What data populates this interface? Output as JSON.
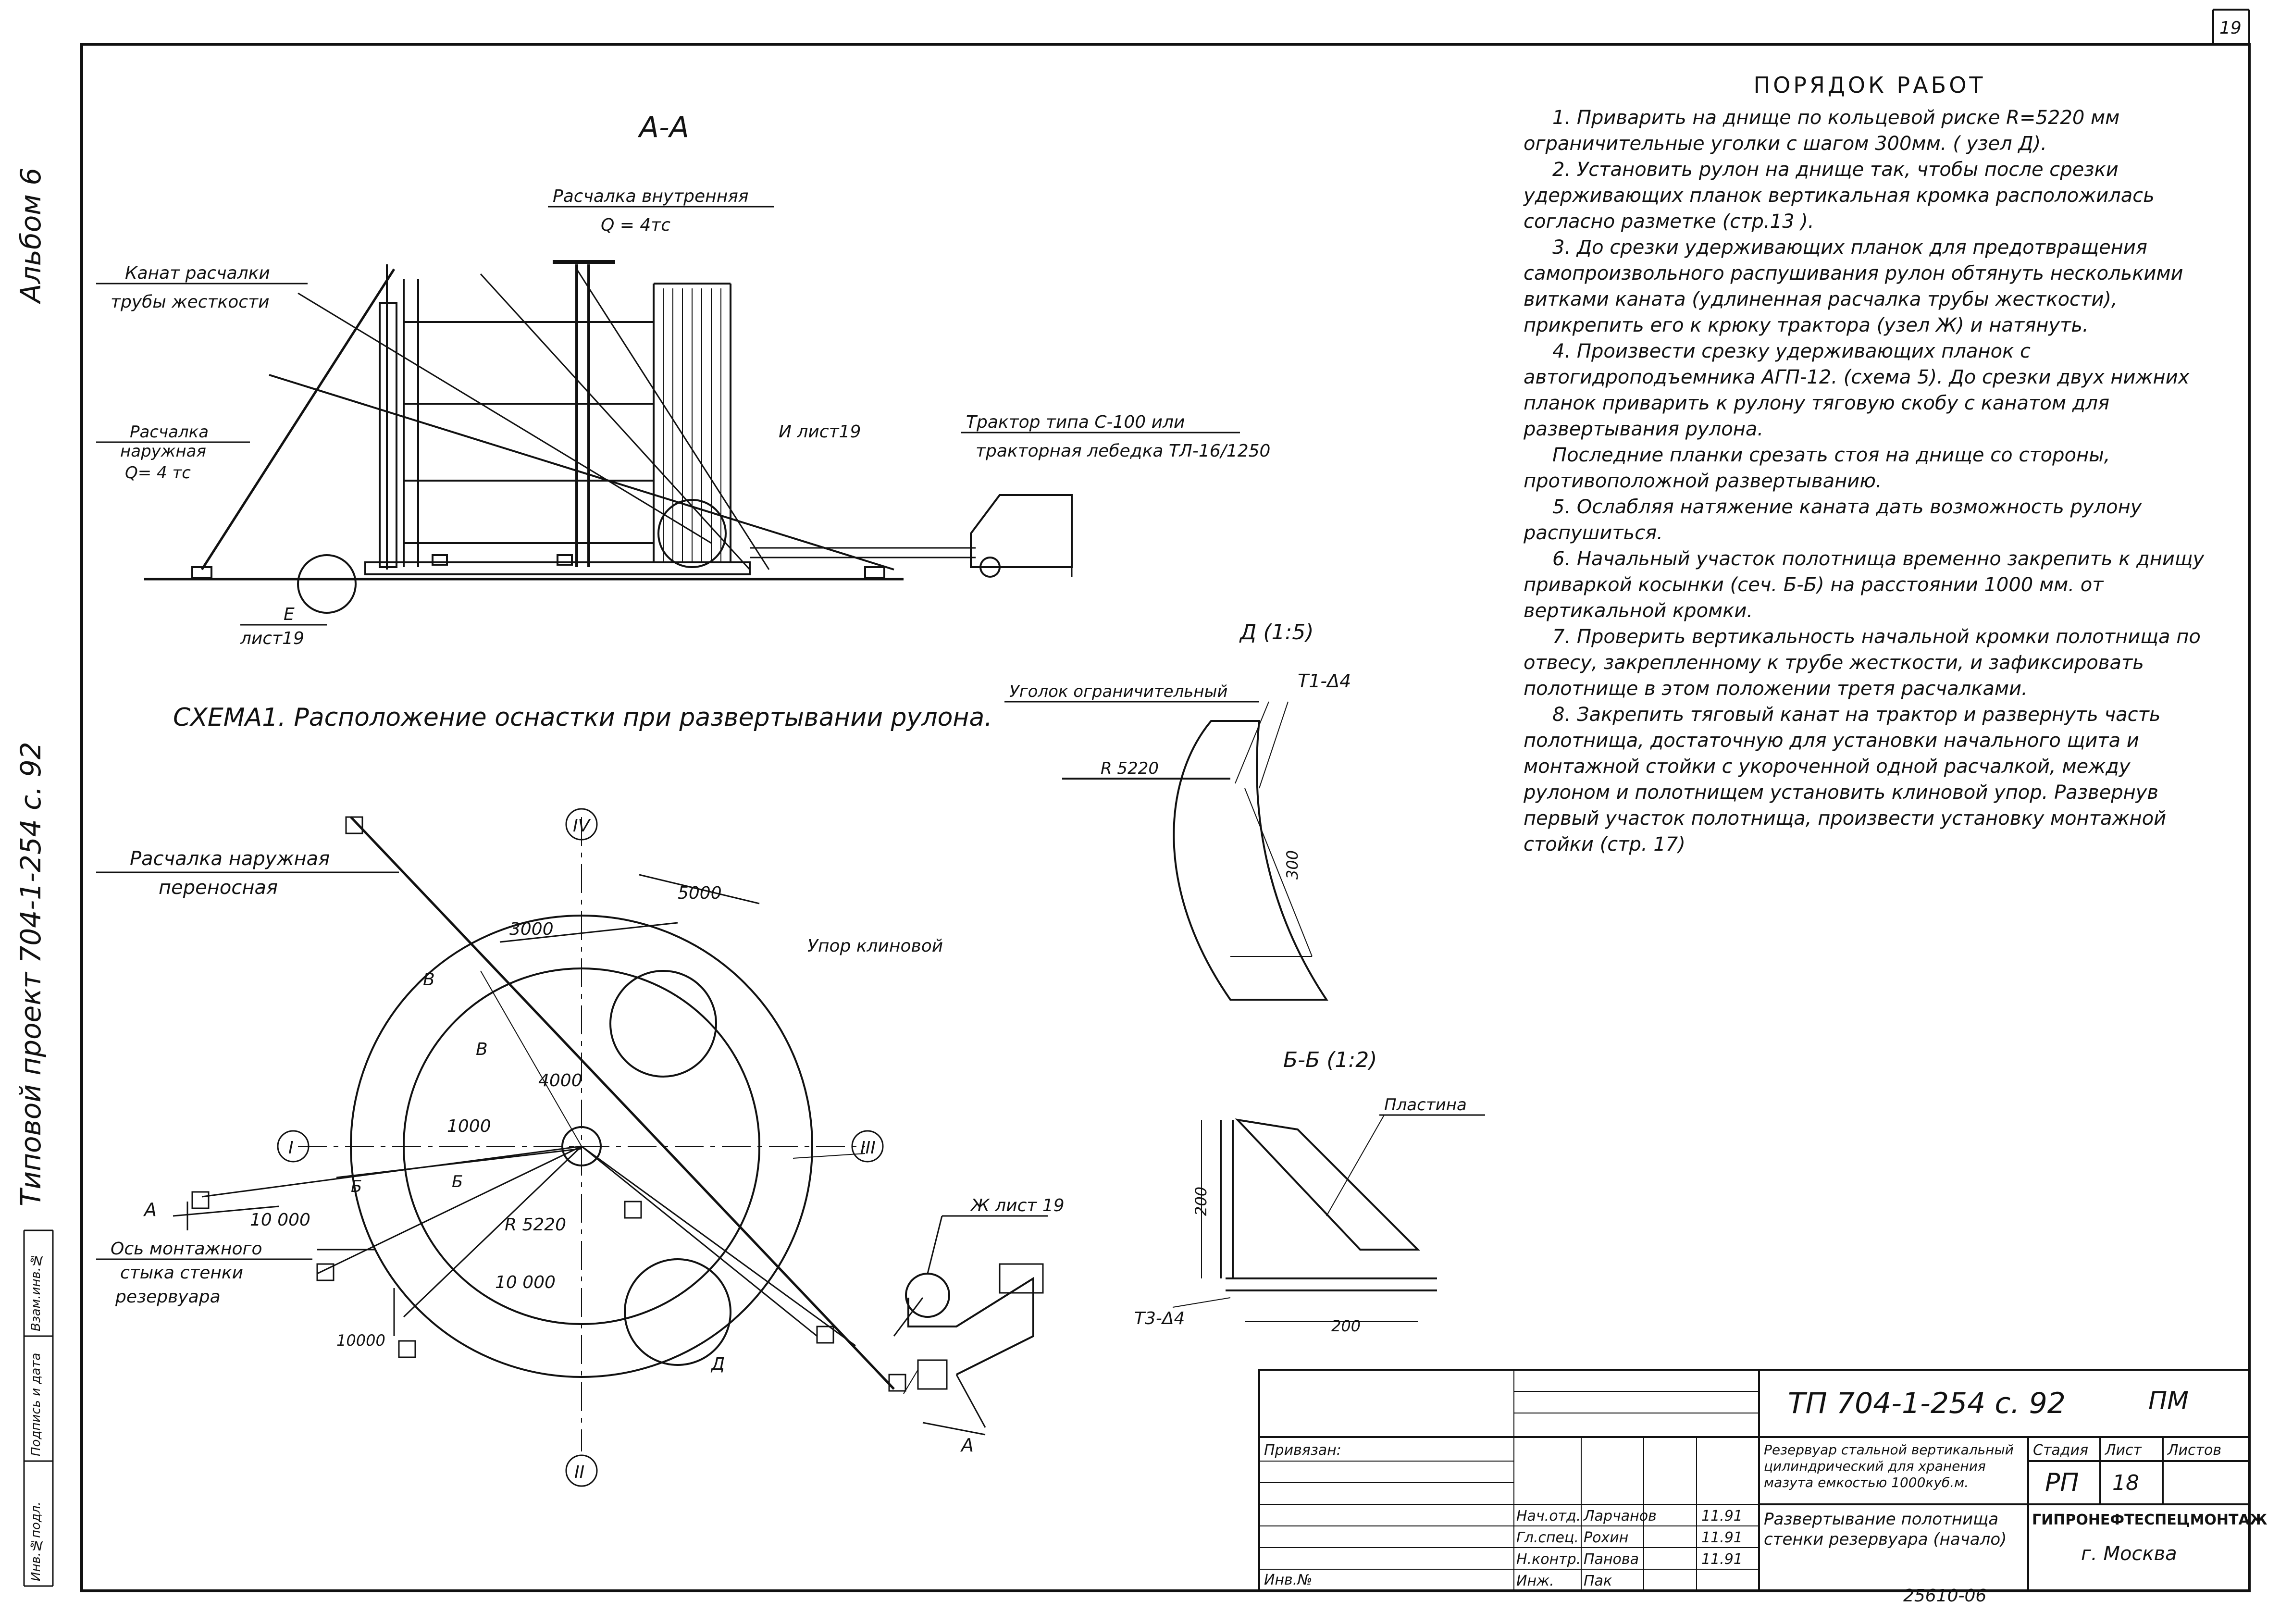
{
  "sheet_corner": {
    "top_number": "19"
  },
  "margin_labels": {
    "album": "Альбом 6",
    "project": "Типовой проект 704-1-254 с. 92",
    "inv_columns": [
      "Инв.№подл.",
      "Подпись и дата",
      "Взам.инв.№"
    ]
  },
  "section_aa": {
    "title": "А-А",
    "inner_guy": "Расчалка внутренняя",
    "inner_load": "Q = 4тс",
    "rope_label_1": "Канат расчалки",
    "rope_label_2": "трубы жесткости",
    "outer_guy_1": "Расчалка",
    "outer_guy_2": "наружная",
    "outer_load": "Q= 4 тс",
    "node_i": "И лист19",
    "tractor_1": "Трактор типа С-100 или",
    "tractor_2": "тракторная лебедка ТЛ-16/1250",
    "node_e_1": "Е",
    "node_e_2": "лист19"
  },
  "scheme_caption": "СХЕМА1. Расположение оснастки при развертывании рулона.",
  "plan": {
    "roman": [
      "I",
      "II",
      "III",
      "IV"
    ],
    "guy_portable_1": "Расчалка наружная",
    "guy_portable_2": "переносная",
    "stop_label": "Упор клиновой",
    "axis_1": "Ось монтажного",
    "axis_2": "стыка стенки",
    "axis_3": "резервуара",
    "dims": {
      "d3000": "3000",
      "d5000": "5000",
      "d4000": "4000",
      "d1000": "1000",
      "d10000a": "10 000",
      "d10000b": "10 000",
      "r5220": "R 5220",
      "d10000v": "10000"
    },
    "letters": {
      "A": "А",
      "B1": "В",
      "B2": "В",
      "b1": "Б",
      "b2": "Б",
      "D": "Д",
      "Zh": "Ж лист 19"
    }
  },
  "detail_d": {
    "title": "Д (1:5)",
    "angle": "Уголок ограничительный",
    "weld": "Т1-Δ4",
    "radius": "R 5220",
    "dim": "300"
  },
  "section_bb": {
    "title": "Б-Б (1:2)",
    "plate": "Пластина",
    "dim_v": "200",
    "dim_h": "200",
    "weld": "Т3-Δ4"
  },
  "notes": {
    "title": "ПОРЯДОК РАБОТ",
    "steps": [
      "1. Приварить на днище по кольцевой риске R=5220 мм ограничительные уголки с шагом 300мм. ( узел Д).",
      "2. Установить рулон на днище так, чтобы после срезки удерживающих планок вертикальная кромка расположилась согласно разметке (стр.13 ).",
      "3. До срезки удерживающих планок для предотвращения самопроизвольного распушивания рулон обтянуть несколькими витками каната (удлиненная расчалка трубы жесткости), прикрепить его к крюку трактора (узел Ж) и натянуть.",
      "4. Произвести срезку удерживающих планок с автогидроподъемника АГП-12. (схема 5). До срезки двух нижних планок приварить к рулону тяговую скобу с канатом для развертывания рулона.",
      "Последние планки срезать стоя на днище со стороны, противоположной развертыванию.",
      "5. Ослабляя натяжение каната дать возможность рулону распушиться.",
      "6. Начальный участок полотнища временно закрепить к днищу приваркой косынки (сеч. Б-Б) на расстоянии 1000 мм. от вертикальной кромки.",
      "7. Проверить вертикальность начальной кромки полотнища по отвесу, закрепленному к трубе жесткости, и зафиксировать полотнище в этом положении третя расчалками.",
      "8. Закрепить тяговый канат на трактор и развернуть часть полотнища, достаточную для установки начального щита и монтажной стойки с укороченной одной расчалкой, между рулоном и полотнищем установить клиновой упор. Развернув первый участок полотнища, произвести установку монтажной стойки (стр. 17)"
    ]
  },
  "title_block": {
    "code": "ТП 704-1-254 с. 92",
    "doc_type": "ПМ",
    "privyazan": "Привязан:",
    "inv_no": "Инв.№",
    "roles": [
      "Нач.отд.",
      "Гл.спец.",
      "Н.контр.",
      "Инж."
    ],
    "names": [
      "Ларчанов",
      "Рохин",
      "Панова",
      "Пак"
    ],
    "dates": [
      "11.91",
      "11.91",
      "11.91"
    ],
    "object_title": "Резервуар стальной вертикальный цилиндрический для хранения мазута емкостью 1000куб.м.",
    "sheet_title": "Развертывание полотнища стенки резервуара (начало)",
    "stage_label": "Стадия",
    "sheet_label": "Лист",
    "sheets_label": "Листов",
    "stage": "РП",
    "sheet": "18",
    "org": "ГИПРОНЕФТЕСПЕЦМОНТАЖ",
    "city": "г. Москва",
    "archive": "25610-06"
  }
}
